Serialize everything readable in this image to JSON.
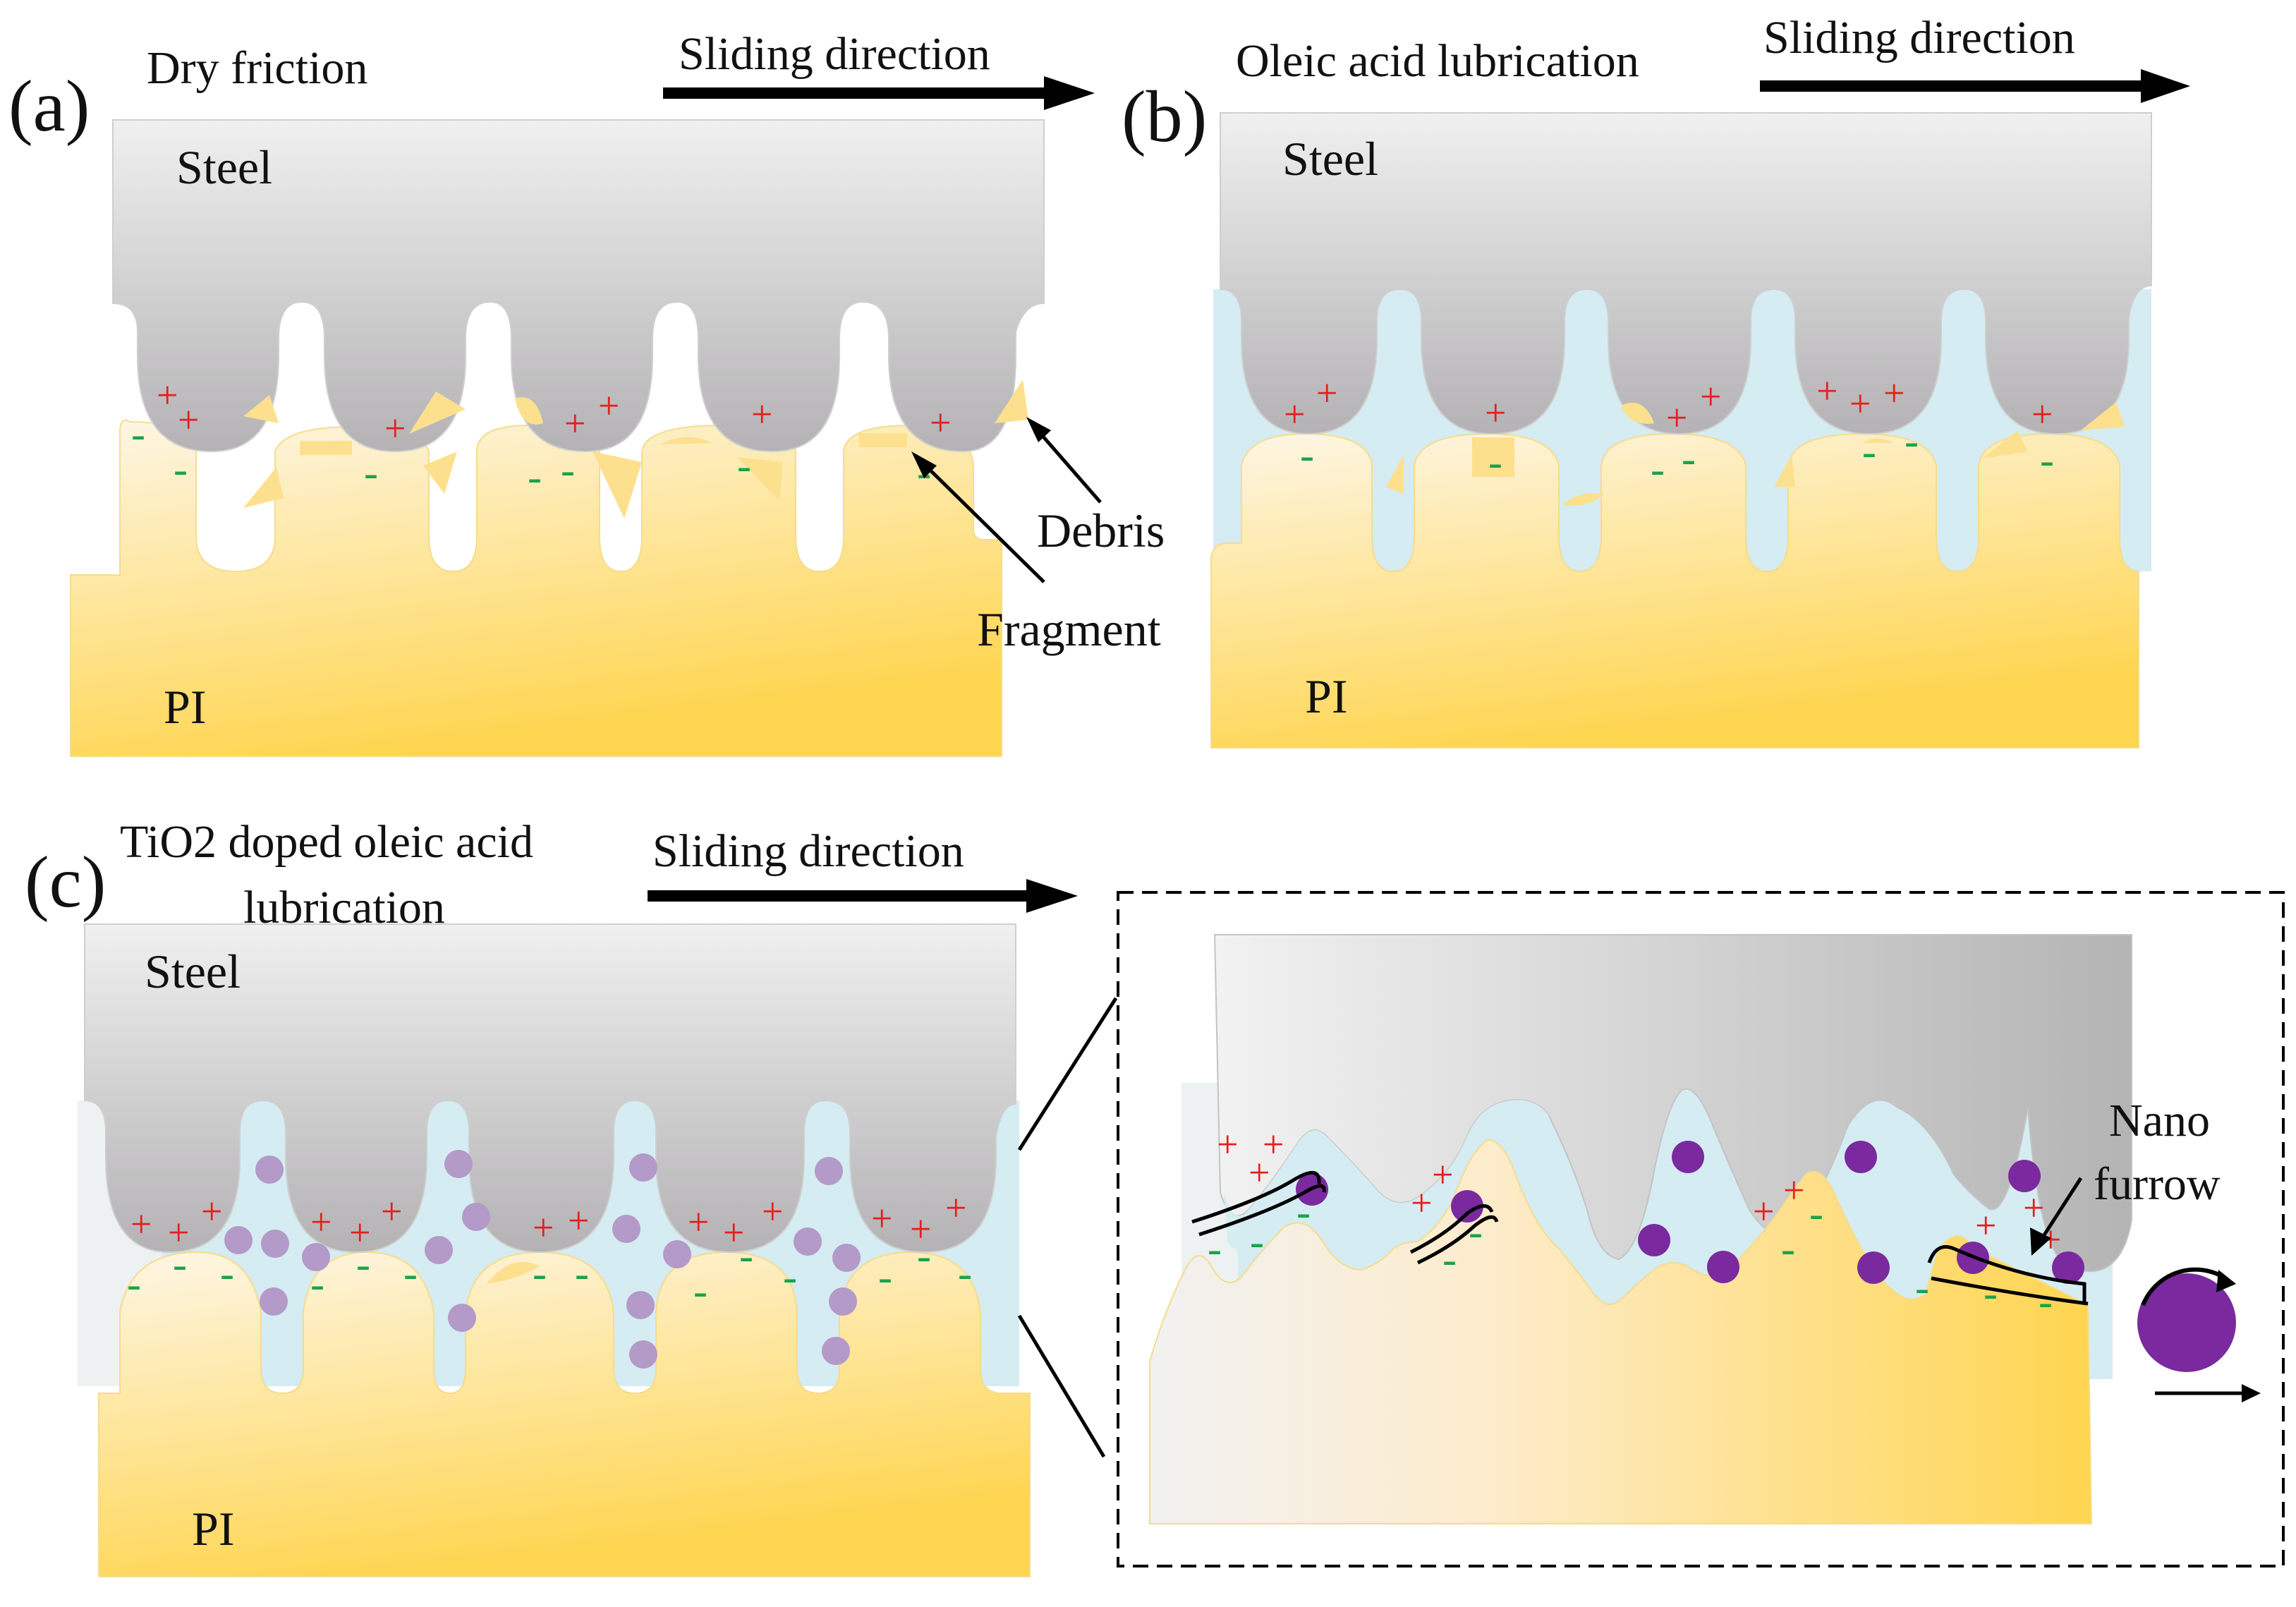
{
  "panels": [
    {
      "letter": "(a)",
      "title": "Dry friction",
      "sliding": "Sliding direction",
      "top_material": "Steel",
      "bottom_material": "PI",
      "callouts": [
        "Debris",
        "Fragment"
      ]
    },
    {
      "letter": "(b)",
      "title": "Oleic acid lubrication",
      "sliding": "Sliding direction",
      "top_material": "Steel",
      "bottom_material": "PI"
    },
    {
      "letter": "(c)",
      "title_line1": "TiO2 doped oleic acid",
      "title_line2": "lubrication",
      "sliding": "Sliding direction",
      "top_material": "Steel",
      "bottom_material": "PI"
    }
  ],
  "inset": {
    "callout_line1": "Nano",
    "callout_line2": "furrow"
  },
  "symbols": {
    "positive": "+",
    "negative": "-"
  },
  "colors": {
    "steel_light": "#ececec",
    "steel_dark": "#b9b7b9",
    "pi_light": "#fdf5e2",
    "pi_dark": "#fed95a",
    "oil": "#d5ecf2",
    "debris": "#fde08e",
    "particle_c": "#b39ac8",
    "particle_inset": "#7a2a9e",
    "plus": "#e61e1e",
    "minus": "#1aa24a"
  },
  "icons": [
    "arrow-right-icon",
    "rolling-particle-icon"
  ]
}
